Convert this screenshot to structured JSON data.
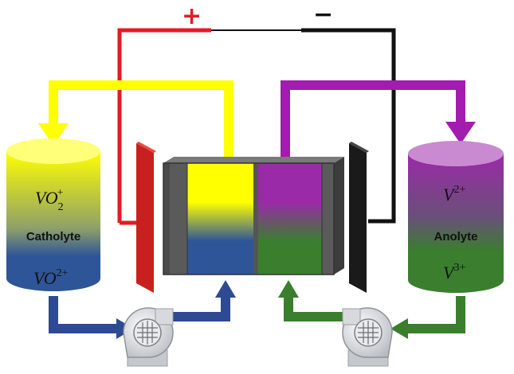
{
  "terminals": {
    "positive": {
      "symbol": "+",
      "color": "#e31b23"
    },
    "negative": {
      "symbol": "−",
      "color": "#111111"
    }
  },
  "catholyte": {
    "label": "Catholyte",
    "top_species": {
      "base": "VO",
      "sub": "2",
      "sup": "+"
    },
    "bottom_species": {
      "base": "VO",
      "sup": "2+"
    },
    "colors": {
      "top": "#ffff00",
      "bottom": "#2e5597"
    }
  },
  "anolyte": {
    "label": "Anolyte",
    "top_species": {
      "base": "V",
      "sup": "2+"
    },
    "bottom_species": {
      "base": "V",
      "sup": "3+"
    },
    "colors": {
      "top": "#9b2aa8",
      "bottom": "#3a7e2e"
    }
  },
  "flow_colors": {
    "catholyte_return": "#ffff00",
    "anolyte_return": "#a21caf",
    "catholyte_feed": "#2e4a93",
    "anolyte_feed": "#3a7e2e"
  },
  "electrode_colors": {
    "positive": "#c8201f",
    "negative": "#1a1a1a"
  },
  "icons": [
    "pump-icon",
    "pump-icon",
    "arrow-icon"
  ]
}
